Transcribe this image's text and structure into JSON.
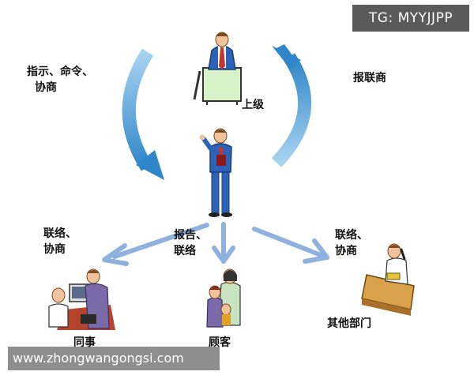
{
  "watermarks": {
    "tag": "TG: MYYJJPP",
    "url": "www.zhongwangongsi.com"
  },
  "diagram": {
    "nodes": {
      "superior": {
        "label": "上级"
      },
      "colleague": {
        "label": "同事"
      },
      "customer": {
        "label": "顾客"
      },
      "other_department": {
        "label": "其他部门"
      }
    },
    "edges": {
      "superior_to_self": {
        "line1": "指示、命令、",
        "line2": "协商"
      },
      "self_to_superior": {
        "label": "报联商"
      },
      "self_to_colleague": {
        "line1": "联络、",
        "line2": "协商"
      },
      "self_to_customer": {
        "line1": "报告、",
        "line2": "联络"
      },
      "self_to_other_department": {
        "line1": "联络、",
        "line2": "协商"
      }
    }
  },
  "colors": {
    "arrow_dark": "#2f86c8",
    "arrow_light": "#a9d3f2",
    "arrow_straight": "#8fb1dd",
    "suit_blue": "#2c63b8"
  }
}
